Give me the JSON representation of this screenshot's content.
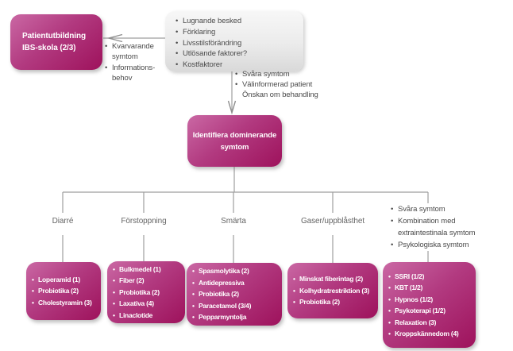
{
  "palette": {
    "accent_pink_light": "#ca68a4",
    "accent_pink": "#b23a80",
    "accent_pink_dark": "#9e125c",
    "gray_box": "#e6e6e6",
    "connector_line": "#9e9e9e",
    "note_text": "#4b4b4b",
    "label_text": "#666666",
    "box_text": "#ffffff"
  },
  "patient_education": {
    "line1": "Patientutbildning",
    "line2": "IBS-skola (2/3)"
  },
  "initial_measures": {
    "items": [
      "Lugnande besked",
      "Förklaring",
      "Livsstilsförändring",
      "Utlösande faktorer?",
      "Kostfaktorer"
    ]
  },
  "left_arrow_notes": {
    "items": [
      "Kvarvarande symtom",
      "Informations-behov"
    ]
  },
  "down_arrow_notes": {
    "items": [
      {
        "text": "Svåra symtom",
        "bullet": true
      },
      {
        "text": "Välinformerad patient",
        "bullet": true
      },
      {
        "text": "Önskan om behandling",
        "bullet": false
      }
    ]
  },
  "identify": {
    "line1": "Identifiera dominerande",
    "line2": "symtom"
  },
  "branches": [
    {
      "label": "Diarré",
      "treatments": [
        "Loperamid (1)",
        "Probiotika (2)",
        "Cholestyramin (3)"
      ]
    },
    {
      "label": "Förstoppning",
      "treatments": [
        "Bulkmedel (1)",
        "Fiber (2)",
        "Probiotika (2)",
        "Laxativa (4)",
        "Linaclotide"
      ]
    },
    {
      "label": "Smärta",
      "treatments": [
        "Spasmolytika (2)",
        "Antidepressiva",
        "Probiotika (2)",
        "Paracetamol (3/4)",
        "Pepparmyntolja"
      ]
    },
    {
      "label": "Gaser/uppblåsthet",
      "treatments": [
        "Minskat fiberintag (2)",
        "Kolhydratrestriktion (3)",
        "Probiotika (2)"
      ]
    },
    {
      "note_items": [
        "Svåra symtom",
        "Kombination med extraintestinala symtom",
        "Psykologiska symtom"
      ],
      "treatments": [
        "SSRI (1/2)",
        "KBT (1/2)",
        "Hypnos (1/2)",
        "Psykoterapi (1/2)",
        "Relaxation (3)",
        "Kroppskännedom (4)"
      ]
    }
  ]
}
